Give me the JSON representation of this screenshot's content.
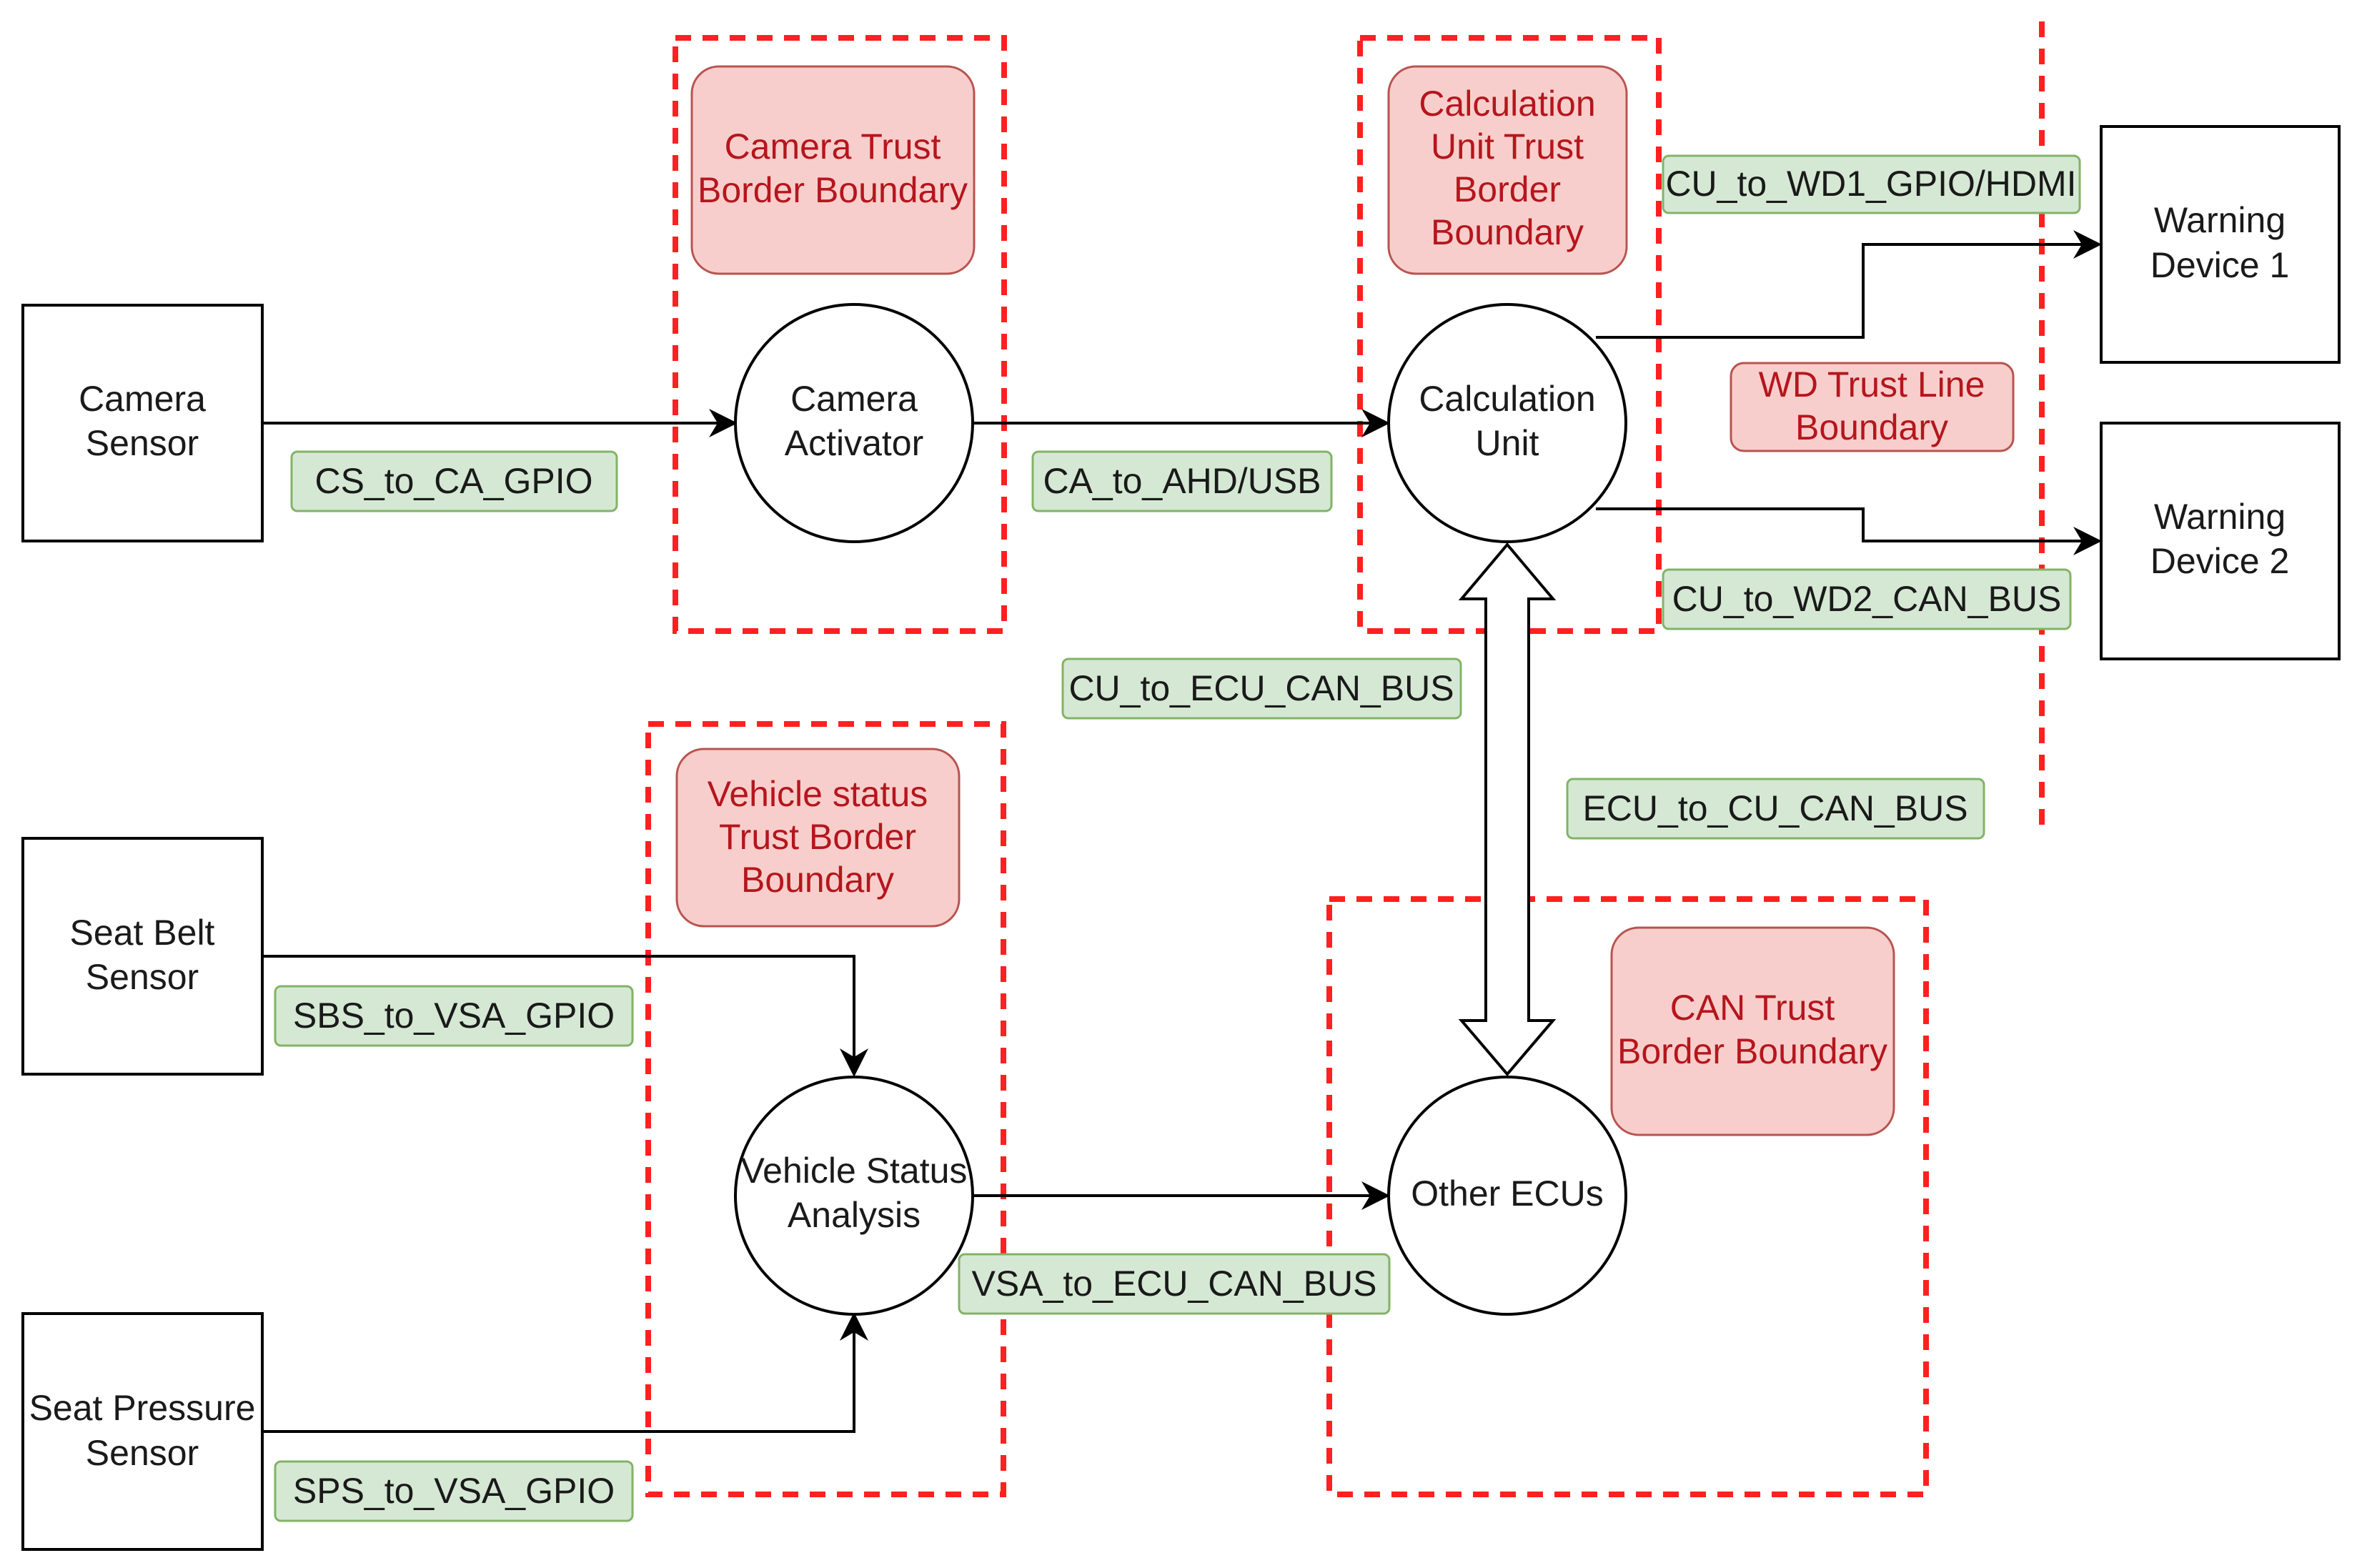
{
  "colors": {
    "boundary": "#ff2020",
    "trust_fill": "#f8cecc",
    "trust_text": "#b5161d",
    "flow_fill": "#d5e8d4",
    "flow_border": "#82b366"
  },
  "entities": {
    "camera_sensor": [
      "Camera",
      "Sensor"
    ],
    "seat_belt_sensor": [
      "Seat Belt",
      "Sensor"
    ],
    "seat_pressure_sensor": [
      "Seat Pressure",
      "Sensor"
    ],
    "warning_device_1": [
      "Warning",
      "Device 1"
    ],
    "warning_device_2": [
      "Warning",
      "Device 2"
    ]
  },
  "processes": {
    "camera_activator": [
      "Camera",
      "Activator"
    ],
    "calculation_unit": [
      "Calculation",
      "Unit"
    ],
    "vehicle_status_analysis": [
      "Vehicle Status",
      "Analysis"
    ],
    "other_ecus": [
      "Other ECUs"
    ]
  },
  "trust_boundaries": {
    "camera": [
      "Camera Trust",
      "Border Boundary"
    ],
    "calculation_unit": [
      "Calculation",
      "Unit Trust",
      "Border",
      "Boundary"
    ],
    "wd_line": [
      "WD Trust Line",
      "Boundary"
    ],
    "vehicle_status": [
      "Vehicle status",
      "Trust Border",
      "Boundary"
    ],
    "can": [
      "CAN Trust",
      "Border Boundary"
    ]
  },
  "flows": {
    "cs_to_ca": "CS_to_CA_GPIO",
    "ca_to_cu": "CA_to_AHD/USB",
    "cu_to_wd1": "CU_to_WD1_GPIO/HDMI",
    "cu_to_wd2": "CU_to_WD2_CAN_BUS",
    "cu_to_ecu": "CU_to_ECU_CAN_BUS",
    "ecu_to_cu": "ECU_to_CU_CAN_BUS",
    "sbs_to_vsa": "SBS_to_VSA_GPIO",
    "sps_to_vsa": "SPS_to_VSA_GPIO",
    "vsa_to_ecu": "VSA_to_ECU_CAN_BUS"
  }
}
